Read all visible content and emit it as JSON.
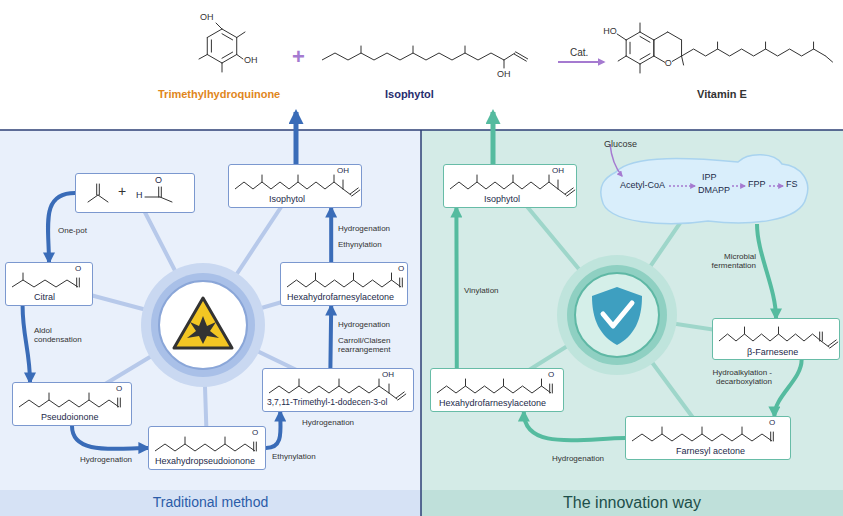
{
  "diagram": {
    "nodes": [
      {
        "text": [
          "Traditional method"
        ]
      },
      {
        "text": [
          "+",
          "H",
          "O"
        ],
        "in": 0
      },
      {
        "text": [
          "Citral",
          "O"
        ],
        "in": 0
      },
      {
        "text": [
          "Pseudoionone",
          "O"
        ],
        "in": 0
      },
      {
        "text": [
          "Hexahydropseudoionone",
          "O"
        ],
        "in": 0
      },
      {
        "text": [
          "OH",
          "3,7,11-Trimethyl-1-dodecen-3-ol"
        ],
        "in": 0
      },
      {
        "text": [
          "O",
          "Hexahydrofarnesylacetone"
        ],
        "in": 0
      },
      {
        "text": [
          "Isophytol",
          "OH"
        ],
        "in": 0
      },
      {
        "text": [
          "The innovation way"
        ]
      },
      {
        "text": [
          "Isophytol",
          "OH"
        ],
        "in": 8
      },
      {
        "text": [
          "Acetyl-CoA",
          "IPP",
          "DMAPP",
          "FPP",
          "FS"
        ],
        "in": 8
      },
      {
        "text": [
          "β-Farnesene"
        ],
        "in": 8
      },
      {
        "text": [
          "O",
          "Farnesyl acetone"
        ],
        "in": 8
      },
      {
        "text": [
          "O",
          "Hexahydrofarnesylacetone"
        ],
        "in": 8
      }
    ],
    "edges": [
      {
        "from": 1,
        "to": 2,
        "label": "One-pot",
        "arrow": "to"
      },
      {
        "from": 2,
        "to": 3,
        "label": "Aldol condensation",
        "arrow": "to"
      },
      {
        "from": 3,
        "to": 4,
        "label": "Hydrogenation",
        "arrow": "to"
      },
      {
        "from": 4,
        "to": 5,
        "label": "Ethynylation",
        "arrow": "to"
      },
      {
        "from": 5,
        "to": 6,
        "label": "Carroll/Claisen rearrangement",
        "arrow": "to"
      },
      {
        "from": 6,
        "to": 7,
        "label": "Ethynylation",
        "arrow": "to"
      },
      {
        "from": 10,
        "to": 11,
        "label": "Microbial fermentation",
        "arrow": "to"
      },
      {
        "from": 11,
        "to": 12,
        "label": "Hydroalkylation -decarboxylation",
        "arrow": "to"
      },
      {
        "from": 12,
        "to": 13,
        "label": "Hydrogenation",
        "arrow": "to"
      },
      {
        "from": 13,
        "to": 9,
        "label": "Vinylation",
        "arrow": "to"
      }
    ],
    "labels": [
      "OH",
      "OH",
      "Trimethylhydroquinone",
      "+",
      "OH",
      "Isophytol",
      "Cat.",
      "HO",
      "O",
      "Vitamin E",
      "Hydrogenation",
      "Hydrogenation",
      "Hydrogenation",
      "Glucose"
    ]
  }
}
